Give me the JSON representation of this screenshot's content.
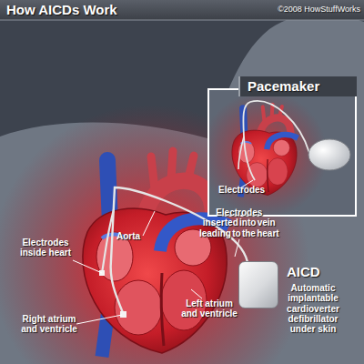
{
  "diagram": {
    "title": "How AICDs Work",
    "nodes": [
      {
        "text": [
          "Pacemaker",
          "Electrodes"
        ]
      },
      {
        "text": [
          "AICD",
          "Automatic implantable cardioverter defibrillator under skin"
        ]
      }
    ],
    "labels": [
      "©2008 HowStuffWorks",
      "Electrodes inserted into vein leading to the heart",
      "Aorta",
      "Electrodes inside heart",
      "Left atrium and ventricle",
      "Right atrium and ventricle"
    ]
  }
}
